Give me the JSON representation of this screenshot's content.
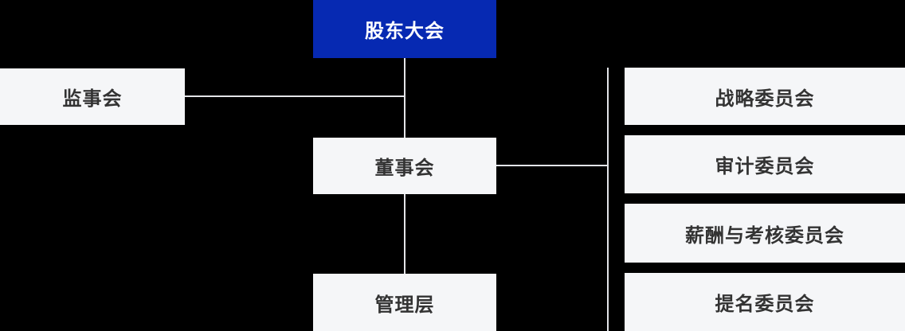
{
  "diagram": {
    "type": "org-chart",
    "nodes": {
      "shareholders_meeting": {
        "label": "股东大会",
        "emphasis": "primary"
      },
      "supervisory_board": {
        "label": "监事会"
      },
      "board_of_directors": {
        "label": "董事会"
      },
      "management": {
        "label": "管理层"
      },
      "strategy_committee": {
        "label": "战略委员会"
      },
      "audit_committee": {
        "label": "审计委员会"
      },
      "remuneration_committee": {
        "label": "薪酬与考核委员会"
      },
      "nomination_committee": {
        "label": "提名委员会"
      }
    },
    "edges": [
      {
        "from": "shareholders_meeting",
        "to": "board_of_directors"
      },
      {
        "from": "supervisory_board",
        "to": "board_of_directors"
      },
      {
        "from": "board_of_directors",
        "to": "management"
      },
      {
        "from": "board_of_directors",
        "to": "strategy_committee"
      },
      {
        "from": "board_of_directors",
        "to": "audit_committee"
      },
      {
        "from": "board_of_directors",
        "to": "remuneration_committee"
      },
      {
        "from": "board_of_directors",
        "to": "nomination_committee"
      }
    ],
    "colors": {
      "background": "#000000",
      "primary_node_bg": "#0629b2",
      "primary_node_text": "#ffffff",
      "node_bg": "#f5f6f8",
      "node_text": "#333333",
      "connector": "#e3e4e8"
    }
  }
}
